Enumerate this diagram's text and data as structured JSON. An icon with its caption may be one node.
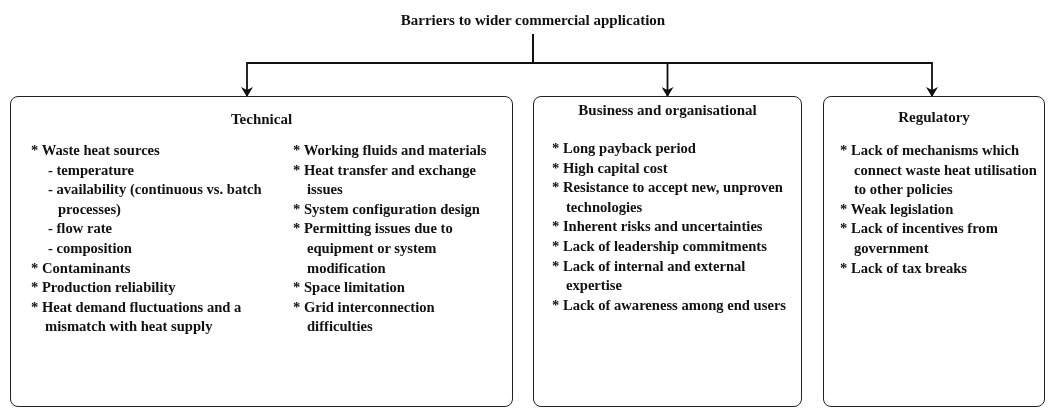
{
  "diagram": {
    "nodes": [
      {
        "text": [
          "Barriers to wider commercial application"
        ]
      },
      {
        "text": [
          "Technical",
          "* Waste heat sources",
          "- temperature",
          "- availability (continuous vs. batch processes)",
          "- flow rate",
          "- composition",
          "* Contaminants",
          "* Production reliability",
          "* Heat demand fluctuations and a mismatch with heat supply",
          "* Working fluids and materials",
          "* Heat transfer and exchange issues",
          "* System configuration design",
          "* Permitting issues due to equipment or system modification",
          "* Space limitation",
          "* Grid interconnection difficulties"
        ]
      },
      {
        "text": [
          "Business and organisational",
          "* Long payback period",
          "* High capital cost",
          "* Resistance to accept new, unproven technologies",
          "* Inherent risks and uncertainties",
          "* Lack of leadership commitments",
          "* Lack of internal and external expertise",
          "* Lack of awareness among end users"
        ]
      },
      {
        "text": [
          "Regulatory",
          "* Lack of mechanisms which connect waste heat utilisation to other policies",
          "* Weak legislation",
          "* Lack of incentives from government",
          "* Lack of tax breaks"
        ]
      }
    ],
    "edges": [
      {
        "from": 0,
        "to": 1,
        "arrow": "to"
      },
      {
        "from": 0,
        "to": 2,
        "arrow": "to"
      },
      {
        "from": 0,
        "to": 3,
        "arrow": "to"
      }
    ]
  }
}
